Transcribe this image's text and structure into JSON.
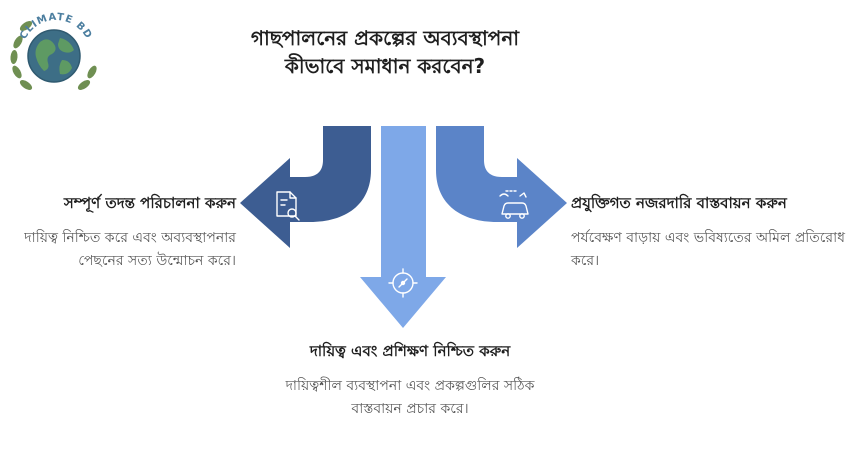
{
  "logo": {
    "text": "CLIMATE BD",
    "icon": "globe-with-leaves-logo"
  },
  "title": "গাছপালনের প্রকল্পের অব্যবস্থাপনা কীভাবে সমাধান করবেন?",
  "left": {
    "heading": "সম্পূর্ণ তদন্ত পরিচালনা করুন",
    "text": "দায়িত্ব নিশ্চিত করে এবং অব্যবস্থাপনার পেছনের সত্য উন্মোচন করে।",
    "icon": "document-search-icon",
    "color": "#3d5d92"
  },
  "bottom": {
    "heading": "দায়িত্ব এবং প্রশিক্ষণ নিশ্চিত করুন",
    "text": "দায়িত্বশীল ব্যবস্থাপনা এবং প্রকল্পগুলির সঠিক বাস্তবায়ন প্রচার করে।",
    "icon": "target-compass-icon",
    "color": "#7ea8e8"
  },
  "right": {
    "heading": "প্রযুক্তিগত নজরদারি বাস্তবায়ন করুন",
    "text": "পর্যবেক্ষণ বাড়ায় এবং ভবিষ্যতের অমিল প্রতিরোধ করে।",
    "icon": "surveillance-car-icon",
    "color": "#5b84c8"
  }
}
